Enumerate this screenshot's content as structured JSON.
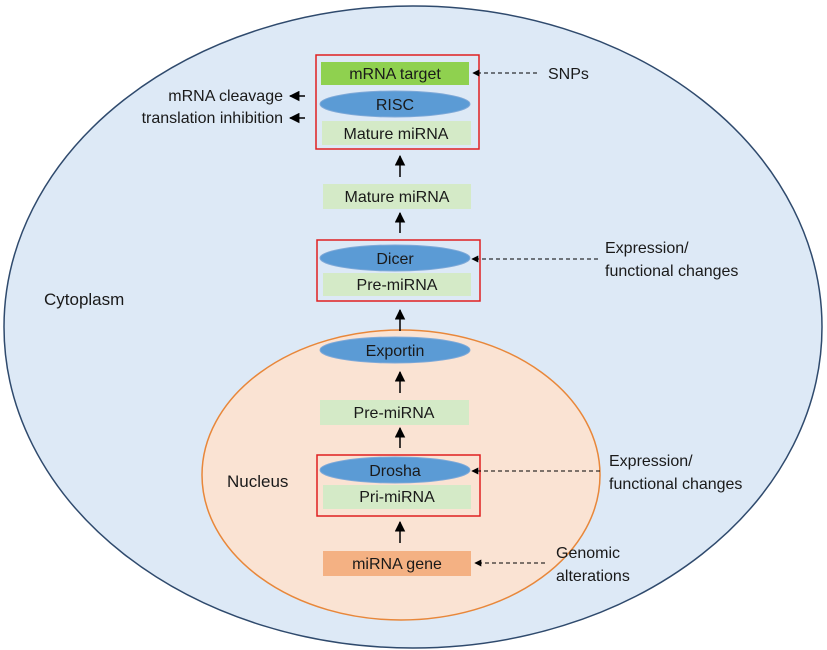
{
  "regions": {
    "cytoplasm": "Cytoplasm",
    "nucleus": "Nucleus"
  },
  "nodes": {
    "mirna_gene": "miRNA gene",
    "pri_mirna": "Pri-miRNA",
    "drosha": "Drosha",
    "pre_mirna_nucleus": "Pre-miRNA",
    "exportin": "Exportin",
    "pre_mirna_cyto": "Pre-miRNA",
    "dicer": "Dicer",
    "mature_mirna_1": "Mature miRNA",
    "mature_mirna_2": "Mature miRNA",
    "risc": "RISC",
    "mrna_target": "mRNA target"
  },
  "outcomes": {
    "cleavage": "mRNA cleavage",
    "inhibition": "translation inhibition"
  },
  "annotations": {
    "snps": "SNPs",
    "dicer_changes_1": "Expression/",
    "dicer_changes_2": "functional changes",
    "drosha_changes_1": "Expression/",
    "drosha_changes_2": "functional changes",
    "genomic_1": "Genomic",
    "genomic_2": "alterations"
  },
  "colors": {
    "cytoplasm_fill": "#dde9f6",
    "cytoplasm_stroke": "#2f4a6d",
    "nucleus_fill": "#fae3d3",
    "nucleus_stroke": "#e8873a",
    "rna_box": "#d4eac7",
    "target_box": "#8fd14f",
    "gene_box": "#f4b183",
    "protein_fill": "#5b9bd5",
    "protein_stroke": "#7fa9d8",
    "highlight_box": "#e02020"
  }
}
